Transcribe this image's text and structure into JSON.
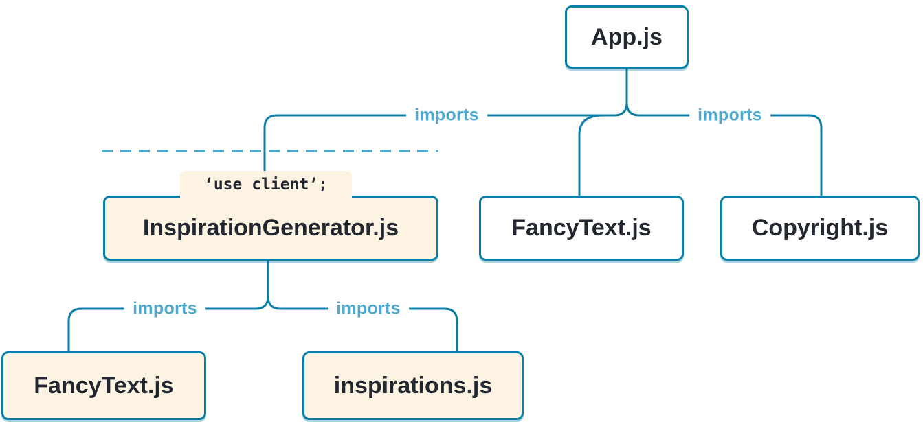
{
  "diagram": {
    "nodes": {
      "app": {
        "label": "App.js"
      },
      "inspiration_generator": {
        "label": "InspirationGenerator.js",
        "directive": "‘use client’;"
      },
      "fancytext_top": {
        "label": "FancyText.js"
      },
      "copyright": {
        "label": "Copyright.js"
      },
      "fancytext_bottom": {
        "label": "FancyText.js"
      },
      "inspirations": {
        "label": "inspirations.js"
      }
    },
    "edges": [
      {
        "from": "App.js",
        "to": "InspirationGenerator.js",
        "label": "imports"
      },
      {
        "from": "App.js",
        "to": "FancyText.js",
        "label": ""
      },
      {
        "from": "App.js",
        "to": "Copyright.js",
        "label": "imports"
      },
      {
        "from": "InspirationGenerator.js",
        "to": "FancyText.js",
        "label": "imports"
      },
      {
        "from": "InspirationGenerator.js",
        "to": "inspirations.js",
        "label": "imports"
      }
    ],
    "colors": {
      "line": "#0a7ea4",
      "edge_label": "#4fa8ce",
      "node_text": "#23272f",
      "client_bg": "#fdf3e3",
      "server_bg": "#ffffff"
    }
  }
}
